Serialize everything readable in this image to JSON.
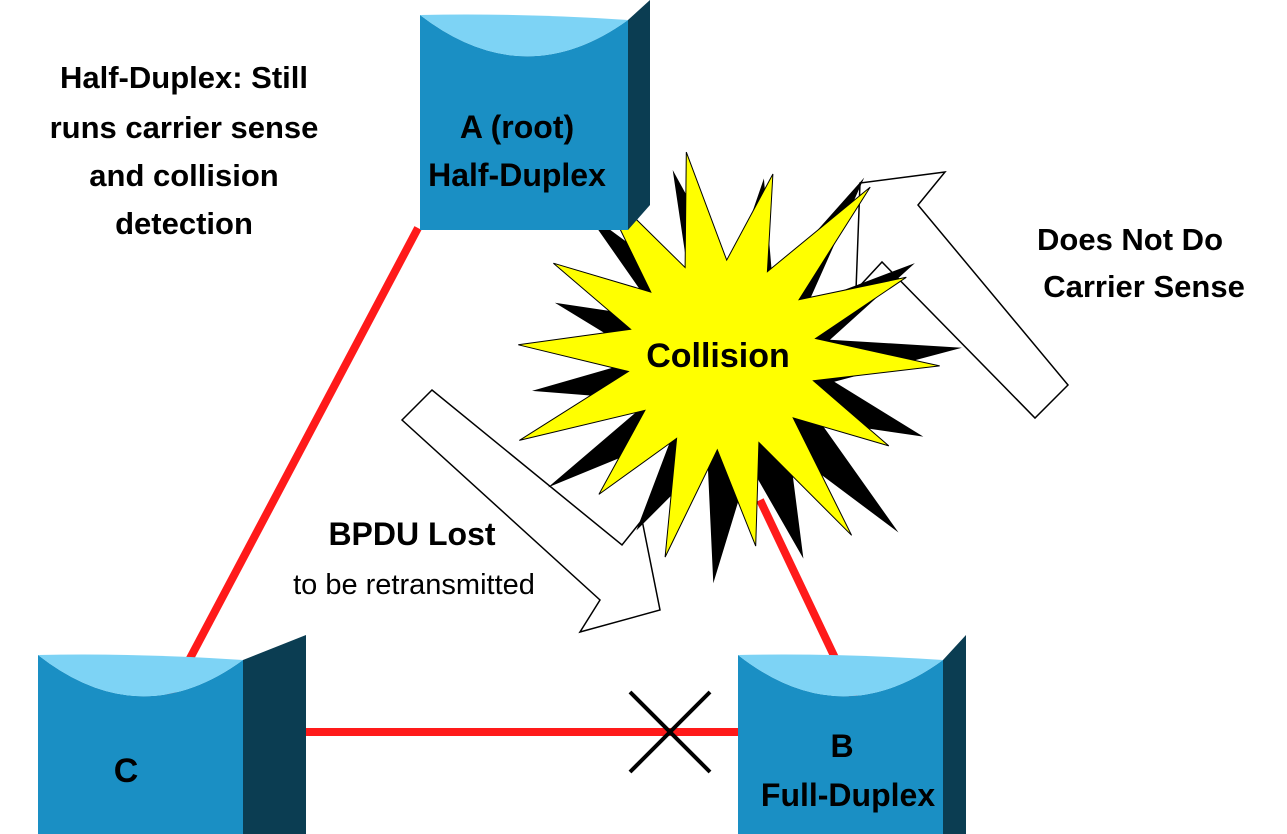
{
  "colors": {
    "link": "#ff1a1a",
    "switch_face": "#1a8fc4",
    "switch_top": "#7dd3f5",
    "switch_side": "#0b3d52",
    "starburst_fill": "#ffff00",
    "starburst_shadow": "#000000",
    "text": "#000000",
    "background": "#ffffff"
  },
  "notes": {
    "half_duplex": {
      "line1": "Half-Duplex: Still",
      "line2": "runs carrier sense",
      "line3": "and collision",
      "line4": "detection"
    },
    "no_carrier_sense": {
      "line1": "Does Not Do",
      "line2": "Carrier Sense"
    },
    "bpdu_lost": {
      "line1": "BPDU Lost",
      "line2": "to be retransmitted"
    }
  },
  "switches": {
    "a": {
      "line1": "A (root)",
      "line2": "Half-Duplex"
    },
    "b": {
      "line1": "B",
      "line2": "Full-Duplex"
    },
    "c": {
      "line1": "C"
    }
  },
  "collision": {
    "label": "Collision"
  },
  "icons": {
    "switch": "lan-switch-icon",
    "collision": "starburst-icon",
    "blocked_port": "x-mark-icon",
    "arrow": "hollow-arrow-icon"
  }
}
